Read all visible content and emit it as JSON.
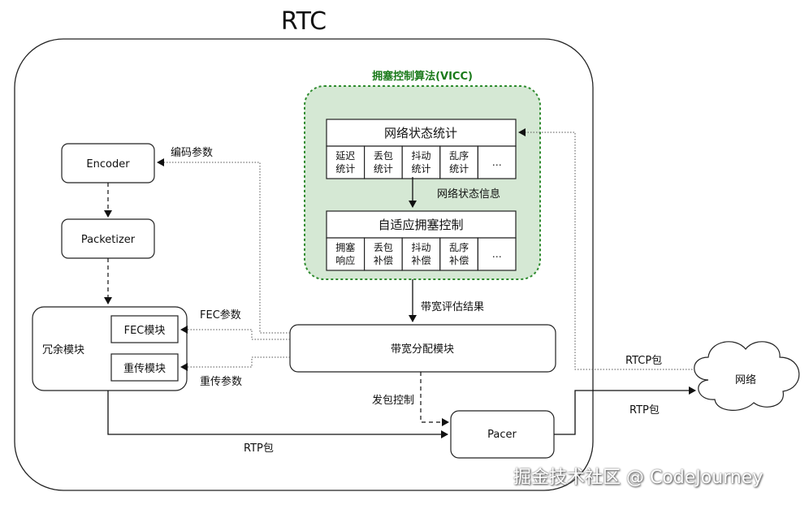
{
  "title": "RTC",
  "vicc_title": "拥塞控制算法(VICC)",
  "net_stats": {
    "title": "网络状态统计",
    "cells": [
      [
        "延迟",
        "统计"
      ],
      [
        "丢包",
        "统计"
      ],
      [
        "抖动",
        "统计"
      ],
      [
        "乱序",
        "统计"
      ],
      [
        "…",
        ""
      ]
    ]
  },
  "net_state_info": "网络状态信息",
  "adaptive": {
    "title": "自适应拥塞控制",
    "cells": [
      [
        "拥塞",
        "响应"
      ],
      [
        "丢包",
        "补偿"
      ],
      [
        "抖动",
        "补偿"
      ],
      [
        "乱序",
        "补偿"
      ],
      [
        "…",
        ""
      ]
    ]
  },
  "encoder": "Encoder",
  "packetizer": "Packetizer",
  "redundancy": "冗余模块",
  "fec_module": "FEC模块",
  "retrans_module": "重传模块",
  "bw_alloc": "带宽分配模块",
  "pacer": "Pacer",
  "network": "网络",
  "labels": {
    "encode_params": "编码参数",
    "fec_params": "FEC参数",
    "retrans_params": "重传参数",
    "bw_result": "带宽评估结果",
    "send_ctrl": "发包控制",
    "rtp_bottom": "RTP包",
    "rtp_right": "RTP包",
    "rtcp": "RTCP包"
  },
  "watermark": "掘金技术社区 @ CodeJourney",
  "colors": {
    "vicc_fill": "#d5e8d4",
    "vicc_border": "#2e8b2e",
    "vicc_title": "#1a7a1a"
  }
}
